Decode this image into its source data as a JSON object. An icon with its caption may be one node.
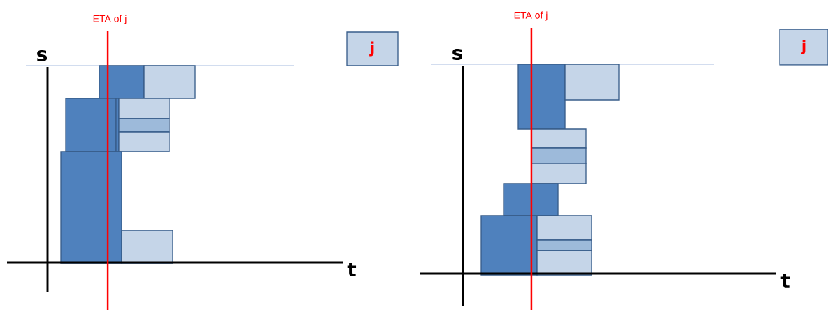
{
  "diagram": {
    "nodes": [
      {
        "text": [
          "j"
        ]
      },
      {
        "text": [
          "j"
        ]
      }
    ],
    "labels": [
      "ETA of j",
      "s",
      "t",
      "ETA of j",
      "s",
      "t"
    ]
  }
}
